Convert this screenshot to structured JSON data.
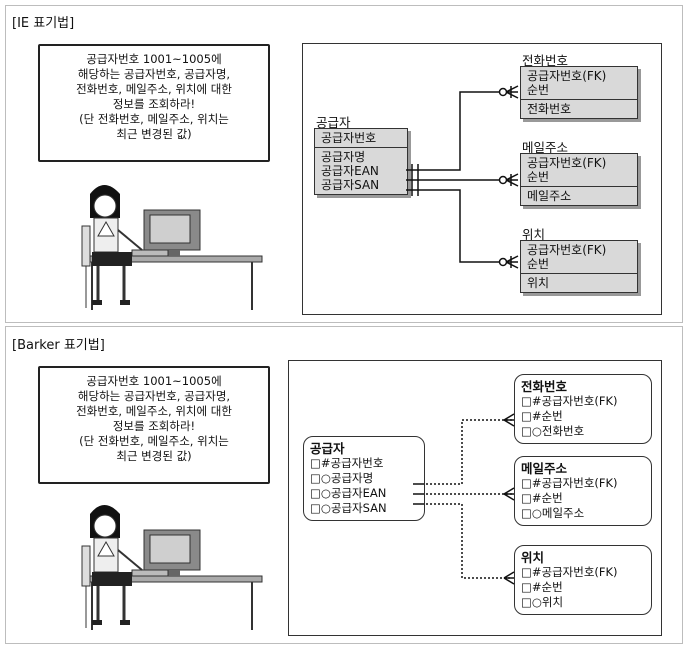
{
  "ie": {
    "title": "[IE 표기법]",
    "bubble": [
      "공급자번호 1001~1005에",
      "해당하는 공급자번호, 공급자명,",
      "전화번호, 메일주소, 위치에 대한",
      "정보를 조회하라!",
      "(단 전화번호, 메일주소, 위치는",
      "최근 변경된 값)"
    ],
    "supplier": {
      "name": "공급자",
      "key": "공급자번호",
      "attrs": [
        "공급자명",
        "공급자EAN",
        "공급자SAN"
      ]
    },
    "entities": [
      {
        "name": "전화번호",
        "keys": [
          "공급자번호(FK)",
          "순번"
        ],
        "attrs": [
          "전화번호"
        ]
      },
      {
        "name": "메일주소",
        "keys": [
          "공급자번호(FK)",
          "순번"
        ],
        "attrs": [
          "메일주소"
        ]
      },
      {
        "name": "위치",
        "keys": [
          "공급자번호(FK)",
          "순번"
        ],
        "attrs": [
          "위치"
        ]
      }
    ]
  },
  "barker": {
    "title": "[Barker 표기법]",
    "bubble": [
      "공급자번호 1001~1005에",
      "해당하는 공급자번호, 공급자명,",
      "전화번호, 메일주소, 위치에 대한",
      "정보를 조회하라!",
      "(단 전화번호, 메일주소, 위치는",
      "최근 변경된 값)"
    ],
    "supplier": {
      "name": "공급자",
      "attrs": [
        "□#공급자번호",
        "□○공급자명",
        "□○공급자EAN",
        "□○공급자SAN"
      ]
    },
    "entities": [
      {
        "name": "전화번호",
        "attrs": [
          "□#공급자번호(FK)",
          "□#순번",
          "□○전화번호"
        ]
      },
      {
        "name": "메일주소",
        "attrs": [
          "□#공급자번호(FK)",
          "□#순번",
          "□○메일주소"
        ]
      },
      {
        "name": "위치",
        "attrs": [
          "□#공급자번호(FK)",
          "□#순번",
          "□○위치"
        ]
      }
    ]
  }
}
